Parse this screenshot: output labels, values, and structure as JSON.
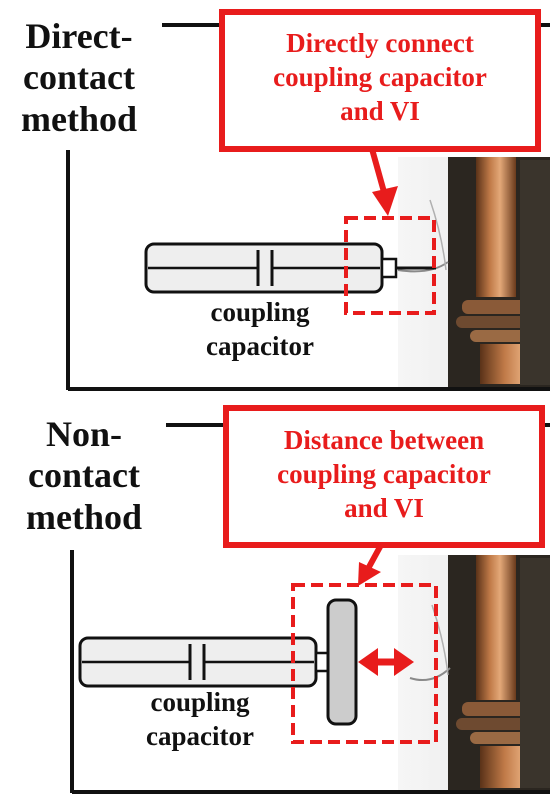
{
  "top": {
    "method_label": "Direct-\ncontact\nmethod",
    "callout_text": "Directly connect\ncoupling capacitor\nand VI",
    "component_label": "coupling\ncapacitor"
  },
  "bottom": {
    "method_label": "Non-\ncontact\nmethod",
    "callout_text": "Distance between\ncoupling capacitor\nand VI",
    "component_label": "coupling\ncapacitor"
  },
  "colors": {
    "accent_red": "#e81c1c",
    "outline": "#111111",
    "capacitor_fill": "#eeeeee",
    "disc_fill": "#cccccc"
  }
}
